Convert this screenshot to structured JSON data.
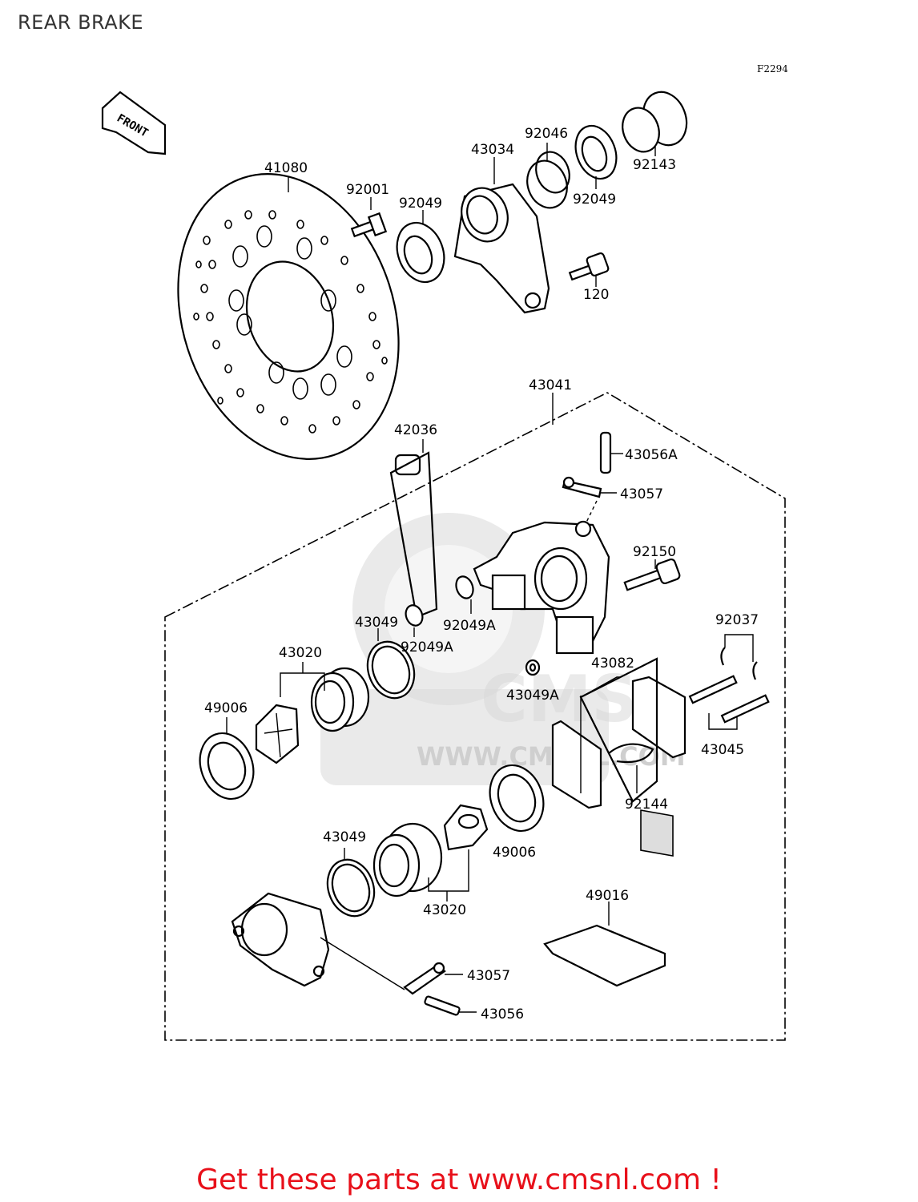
{
  "page": {
    "title": "REAR BRAKE"
  },
  "diagram": {
    "figure_code": "F2294",
    "front_arrow_label": "FRONT",
    "watermark": {
      "logo_text": "CMS",
      "url_text": "WWW.CMSNL.COM"
    },
    "part_labels": {
      "p41080": "41080",
      "p92001": "92001",
      "p92049_top": "92049",
      "p43034": "43034",
      "p92046": "92046",
      "p92049_right": "92049",
      "p92143": "92143",
      "p120": "120",
      "p43041": "43041",
      "p42036": "42036",
      "p43056A": "43056A",
      "p43057_top": "43057",
      "p92150": "92150",
      "p92049A_right": "92049A",
      "p43049_top": "43049",
      "p92049A_left": "92049A",
      "p92037": "92037",
      "p43020_top": "43020",
      "p43082": "43082",
      "p49006_left": "49006",
      "p43049A": "43049A",
      "p43045": "43045",
      "p92144": "92144",
      "p43049_bottom": "43049",
      "p49006_right": "49006",
      "p43020_bottom": "43020",
      "p49016": "49016",
      "p43057_bottom": "43057",
      "p43056": "43056"
    }
  },
  "footer": {
    "promo": "Get these parts at www.cmsnl.com !"
  },
  "colors": {
    "promo": "#e8101a",
    "ink": "#000000",
    "title": "#333333"
  }
}
